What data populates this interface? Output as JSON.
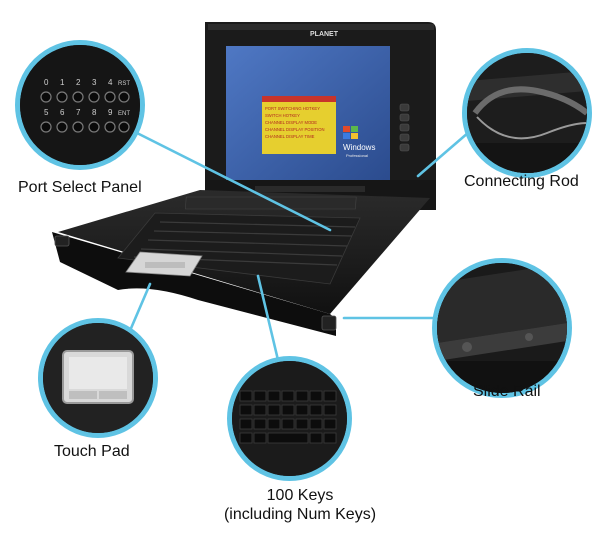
{
  "product": {
    "brand_mark": "PLANET",
    "screen_lines": [
      "PORT SWITCHING HOTKEY",
      "SWITCH HOTKEY",
      "CHANNEL DISPLAY MODE",
      "CHANNEL DISPLAY POSITION",
      "CHANNEL DISPLAY TIME"
    ],
    "os_logo_text": "Windows",
    "os_logo_sub": "Professional"
  },
  "callouts": {
    "port_select": {
      "label": "Port Select Panel",
      "keys_top": [
        "0",
        "1",
        "2",
        "3",
        "4"
      ],
      "keys_bottom": [
        "5",
        "6",
        "7",
        "8",
        "9"
      ],
      "side_top": "RST",
      "side_bottom": "ENT"
    },
    "connecting_rod": {
      "label": "Connecting Rod"
    },
    "slide_rail": {
      "label": "Slide Rail"
    },
    "touch_pad": {
      "label": "Touch Pad"
    },
    "keys": {
      "label_line1": "100 Keys",
      "label_line2": "(including Num Keys)"
    }
  },
  "colors": {
    "accent": "#5fc3e4",
    "body": "#1e1e1e",
    "screen": "#3a5fa8",
    "dialog": "#e8d23a"
  }
}
